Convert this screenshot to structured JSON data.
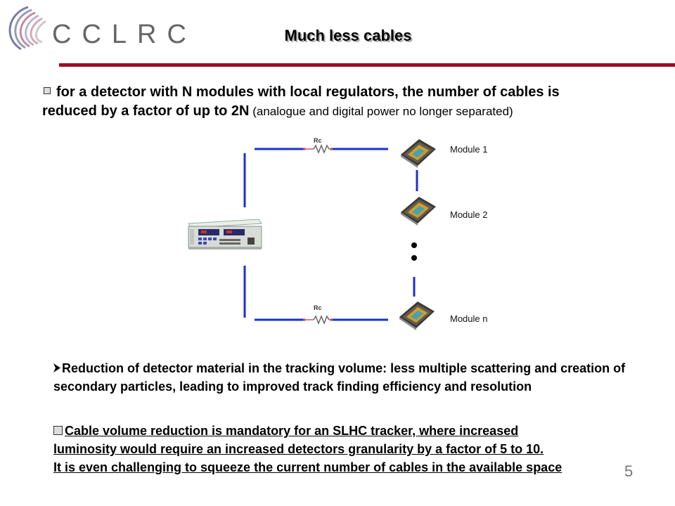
{
  "logo": {
    "text": "CCLRC"
  },
  "title": "Much less cables",
  "para1": {
    "bold": "for a detector with N modules with local regulators, the number of cables is reduced by a factor of up to 2N",
    "normal": " (analogue and digital power no longer separated)"
  },
  "diagram": {
    "resistor_label": "Rc",
    "modules": [
      "Module 1",
      "Module 2",
      "Module n"
    ]
  },
  "para2": "Reduction of detector material in the tracking volume: less multiple scattering and creation of secondary particles, leading to improved track finding efficiency and resolution",
  "para3": {
    "lines": [
      "Cable volume reduction is mandatory for an SLHC tracker, where increased",
      "luminosity would require an increased detectors granularity by a factor of 5 to 10.",
      "It is even challenging to squeeze the current number of cables in the available space"
    ]
  },
  "page_number": "5"
}
